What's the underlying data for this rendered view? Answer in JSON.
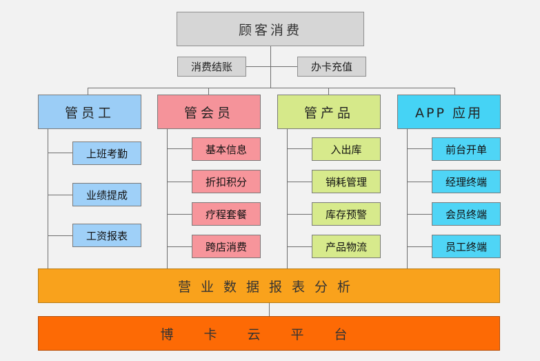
{
  "top_title": "顾客消费",
  "sub_left": "消费结账",
  "sub_right": "办卡充值",
  "columns": [
    {
      "header": "管员工",
      "items": [
        "上班考勤",
        "业绩提成",
        "工资报表"
      ]
    },
    {
      "header": "管会员",
      "items": [
        "基本信息",
        "折扣积分",
        "疗程套餐",
        "跨店消费"
      ]
    },
    {
      "header": "管产品",
      "items": [
        "入出库",
        "销耗管理",
        "库存预警",
        "产品物流"
      ]
    },
    {
      "header": "APP 应用",
      "items": [
        "前台开单",
        "经理终端",
        "会员终端",
        "员工终端"
      ]
    }
  ],
  "report_bar": "营业数据报表分析",
  "platform_bar": "博卡云平台",
  "colors": {
    "staff": "#9bcdf6",
    "member": "#f5939a",
    "product": "#d6e98a",
    "app": "#45d3f5",
    "report": "#f9a21c",
    "platform": "#fd6a05"
  }
}
